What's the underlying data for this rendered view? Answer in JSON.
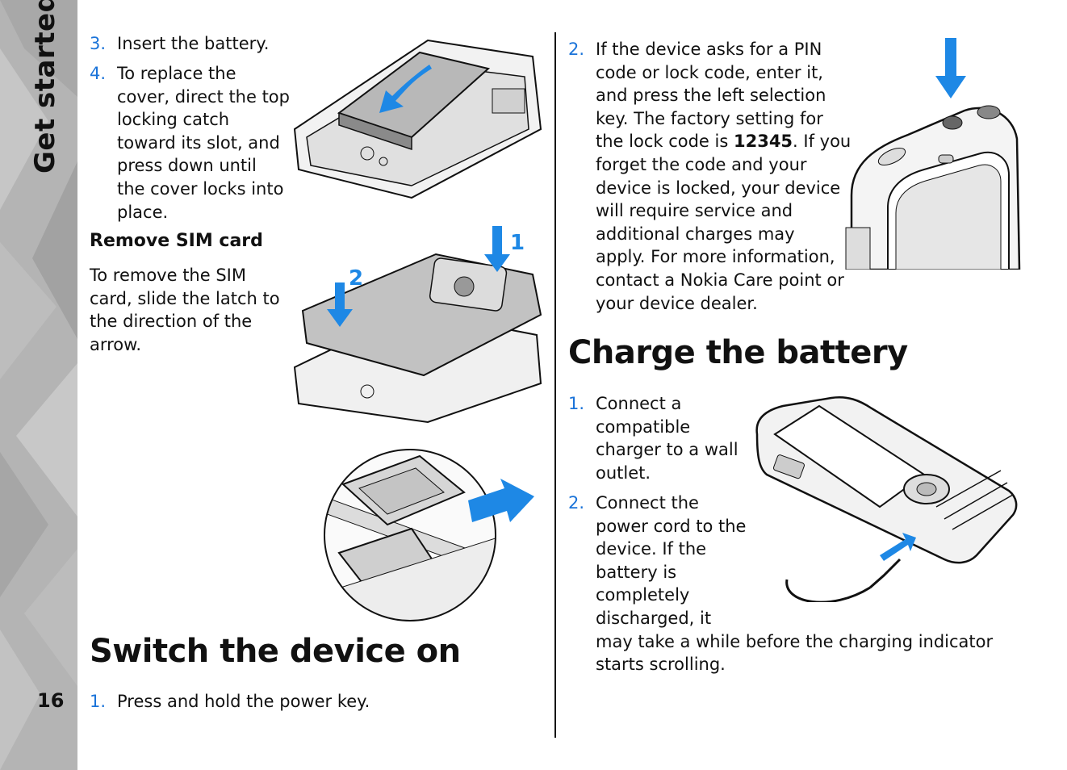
{
  "sidebar": {
    "section_title": "Get started",
    "page_number": "16"
  },
  "left": {
    "items": [
      {
        "num": "3.",
        "text": "Insert the battery."
      },
      {
        "num": "4.",
        "lines": [
          "To replace the",
          "cover, direct the top",
          "locking catch",
          "toward its slot, and",
          "press down until",
          "the cover locks into",
          "place."
        ]
      }
    ],
    "remove_sim_heading": "Remove SIM card",
    "remove_sim_lines": [
      "To remove the SIM",
      "card, slide the latch to",
      "the direction of the",
      "arrow."
    ],
    "switch_heading": "Switch the device on",
    "switch_items": [
      {
        "num": "1.",
        "text": "Press and hold the power key."
      }
    ]
  },
  "right": {
    "item2": {
      "num": "2.",
      "line1": "If the device asks for a PIN",
      "line2": "code or lock code, enter it,",
      "line3": "and press the left selection",
      "line4": "key. The factory setting for",
      "line5_pre": "the lock code is ",
      "line5_code": "12345",
      "line5_post": ". If you",
      "rest": [
        "forget the code and your",
        "device is locked, your device",
        "will require service and",
        "additional charges may",
        "apply. For more information,",
        "contact a Nokia Care point or",
        "your device dealer."
      ]
    },
    "charge_heading": "Charge the battery",
    "charge_items": [
      {
        "num": "1.",
        "lines": [
          "Connect a",
          "compatible",
          "charger to a wall",
          "outlet."
        ]
      },
      {
        "num": "2.",
        "lines": [
          "Connect the",
          "power cord to the",
          "device. If the",
          "battery is",
          "completely",
          "discharged, it",
          "may take a while before the charging indicator",
          "starts scrolling."
        ]
      }
    ]
  },
  "colors": {
    "accent": "#1a73d9",
    "arrow": "#1e88e5",
    "sidebar": "#b4b4b4"
  }
}
